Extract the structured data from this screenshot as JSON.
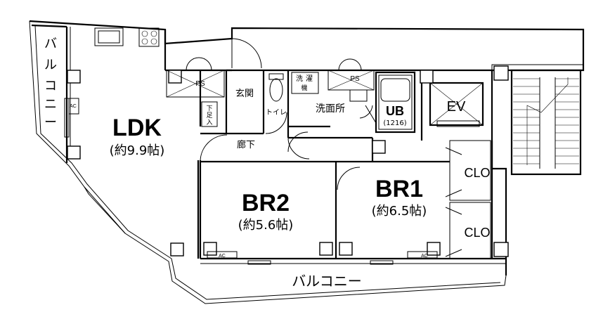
{
  "rooms": {
    "ldk": {
      "name": "LDK",
      "size": "(約9.9帖)"
    },
    "br2": {
      "name": "BR2",
      "size": "(約5.6帖)"
    },
    "br1": {
      "name": "BR1",
      "size": "(約6.5帖)"
    },
    "ub": {
      "name": "UB",
      "size": "(1216)"
    },
    "ev": "EV",
    "entrance": "玄関",
    "toilet": "トイレ",
    "washroom": "洗面所",
    "hallway": "廊下",
    "shoe_box": [
      "下",
      "足",
      "入"
    ],
    "washer": [
      "洗",
      "濯",
      "機"
    ]
  },
  "labels": {
    "balcony_left": [
      "バ",
      "ル",
      "コ",
      "ニ",
      "ー"
    ],
    "balcony_bottom": "バルコニー",
    "ps": "PS",
    "clo": "CLO",
    "ac": "AC"
  }
}
